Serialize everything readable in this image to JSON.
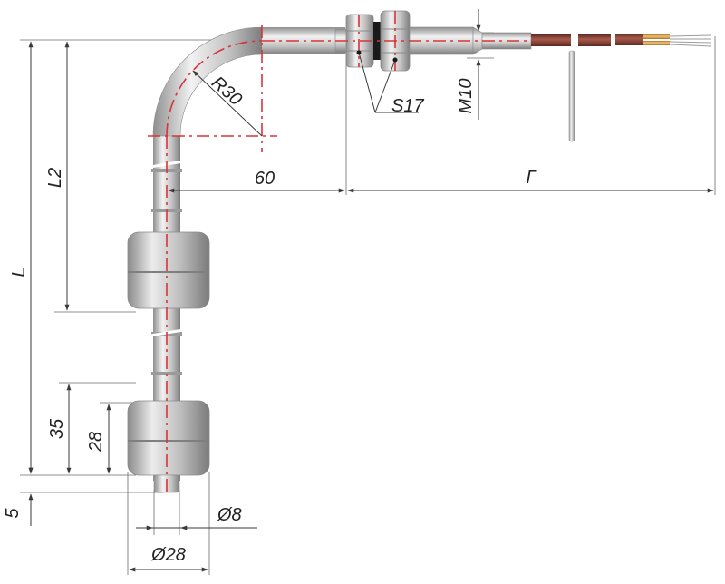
{
  "labels": {
    "l": "L",
    "l2": "L2",
    "r30": "R30",
    "s17": "S17",
    "m10": "M10",
    "d60": "60",
    "g": "Г",
    "d35": "35",
    "d28": "28",
    "d5": "5",
    "dia8": "Ø8",
    "dia28": "Ø28"
  },
  "colors": {
    "steel_light": "#e4e4e4",
    "steel_mid": "#b5b5b5",
    "steel_dark": "#8a8a8a",
    "axis": "#d8343a",
    "cable_brown": "#8b3f33",
    "cable_orange": "#e3a24a"
  }
}
